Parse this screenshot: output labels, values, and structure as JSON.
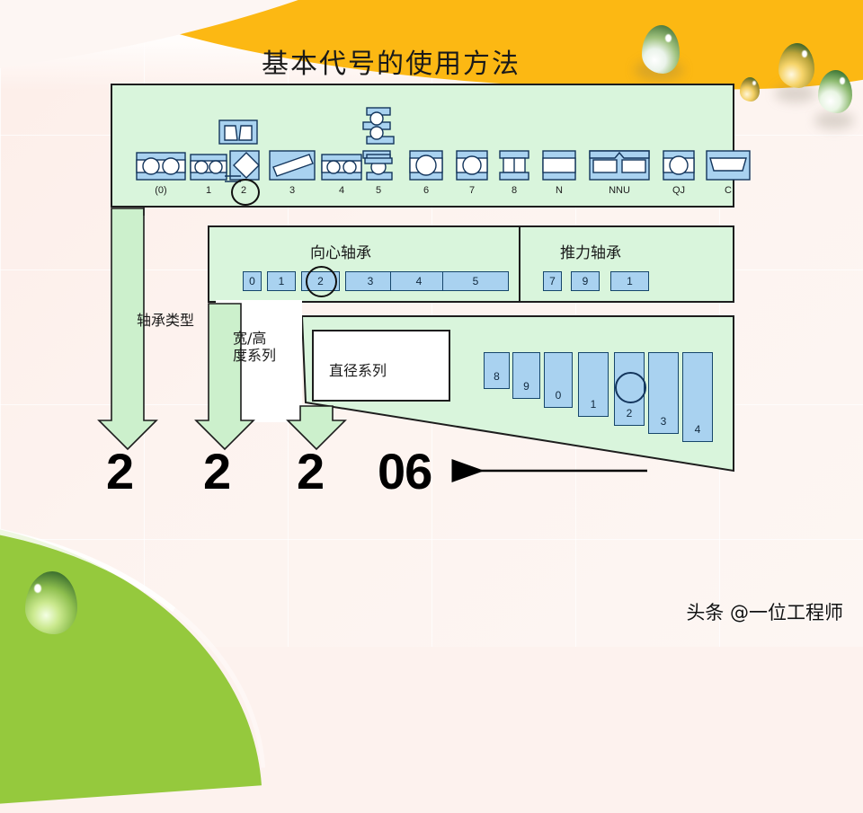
{
  "slide": {
    "title": "基本代号的使用方法",
    "watermark": "头条 @一位工程师"
  },
  "bearing_types": {
    "section_name": "轴承类型",
    "codes": [
      "(0)",
      "1",
      "2",
      "3",
      "4",
      "5",
      "6",
      "7",
      "8",
      "N",
      "NNU",
      "QJ",
      "C"
    ],
    "highlighted": "2"
  },
  "width_height_series": {
    "section_name": "宽/高\n度系列",
    "radial_group_label": "向心轴承",
    "thrust_group_label": "推力轴承",
    "radial_codes": [
      "0",
      "1",
      "2",
      "3",
      "4",
      "5"
    ],
    "thrust_codes": [
      "7",
      "9",
      "1"
    ],
    "highlighted": "2"
  },
  "diameter_series": {
    "section_name": "直径系列",
    "codes": [
      "8",
      "9",
      "0",
      "1",
      "2",
      "3",
      "4"
    ],
    "highlighted": "2"
  },
  "designation": {
    "digits": [
      "2",
      "2",
      "2"
    ],
    "bore_code": "06"
  },
  "colors": {
    "panel_green": "#d9f5dc",
    "box_blue": "#a9d2f0",
    "box_border": "#16466b",
    "banner_yellow": "#fcb813",
    "corner_green": "#95c93d",
    "arrow_green": "#ccf0cc",
    "page_background": "#fdf2ee"
  }
}
